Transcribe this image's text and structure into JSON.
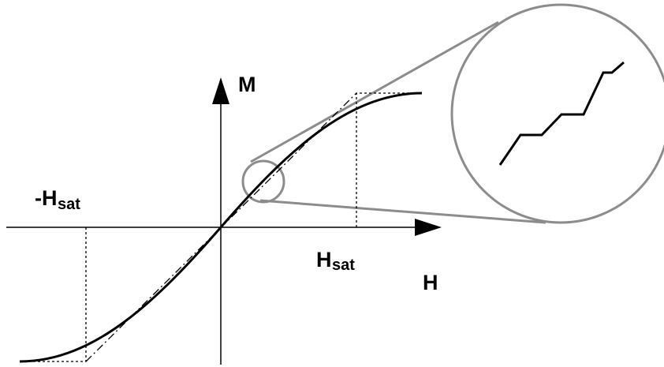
{
  "labels": {
    "m_axis": "M",
    "h_axis": "H",
    "h_sat_main": "H",
    "h_sat_sub": "sat",
    "neg_h_sat_main": "-H",
    "neg_h_sat_sub": "sat"
  },
  "colors": {
    "ink": "#000000",
    "magnifier": "#8c8c8c",
    "background": "#ffffff"
  }
}
